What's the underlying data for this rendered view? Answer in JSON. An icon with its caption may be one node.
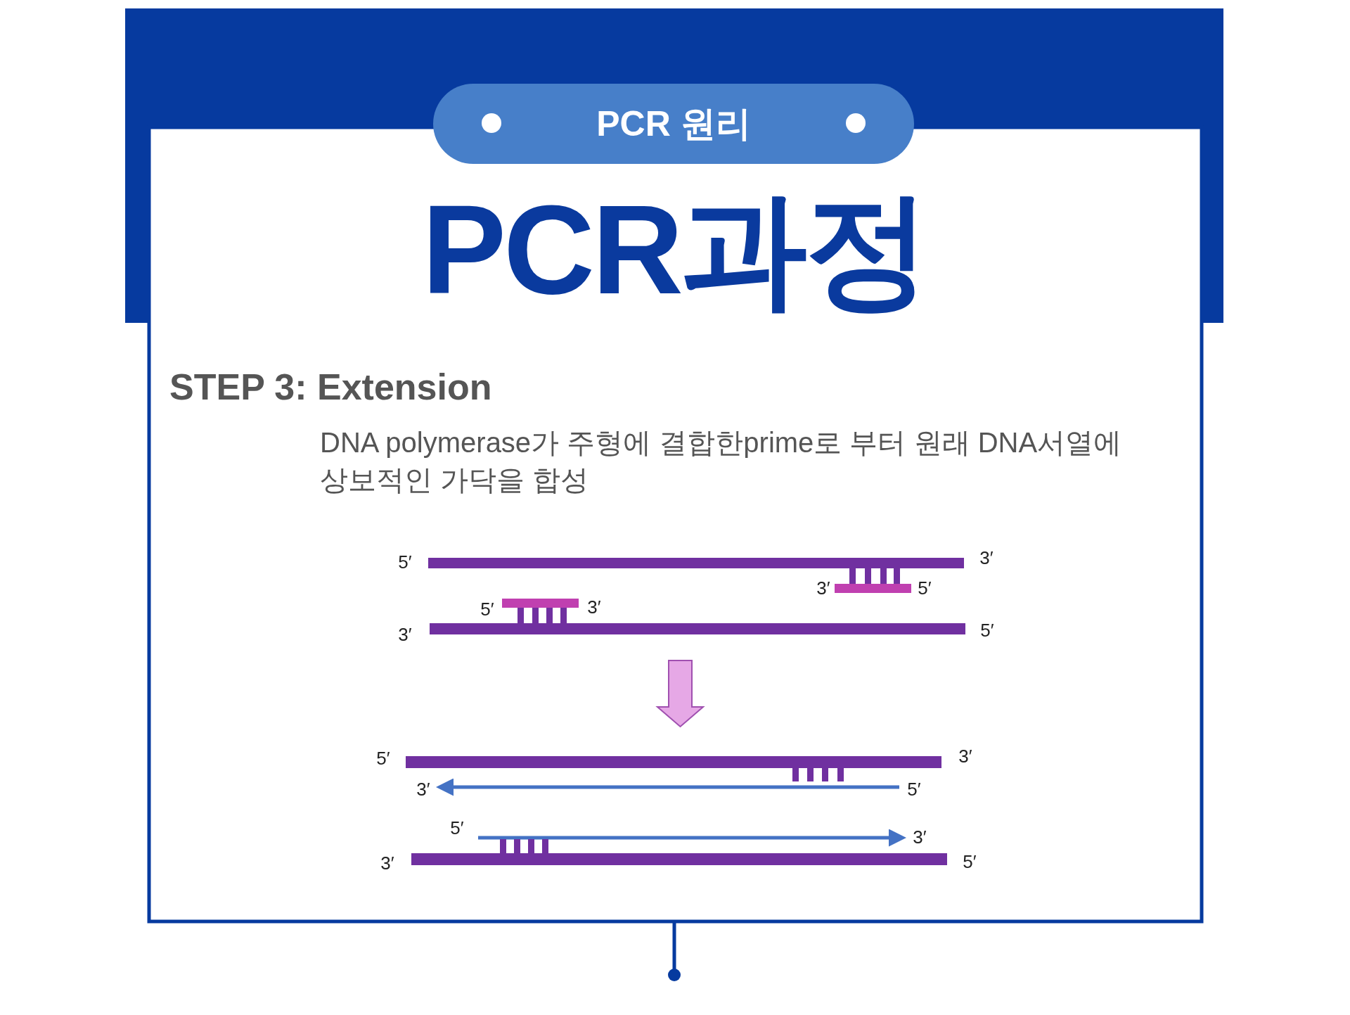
{
  "diagram": {
    "title": "PCR과정",
    "nodes": [
      {
        "text": [
          "PCR 원리"
        ]
      }
    ],
    "edges": [],
    "labels": [
      "STEP 3: Extension",
      "DNA polymerase가 주형에 결합한prime로 부터 원래 DNA서열에 상보적인 가닥을 합성",
      "5′",
      "3′",
      "3′",
      "5′",
      "5′",
      "3′",
      "3′",
      "5′",
      "5′",
      "3′",
      "3′",
      "5′",
      "5′",
      "3′",
      "3′",
      "5′"
    ]
  }
}
